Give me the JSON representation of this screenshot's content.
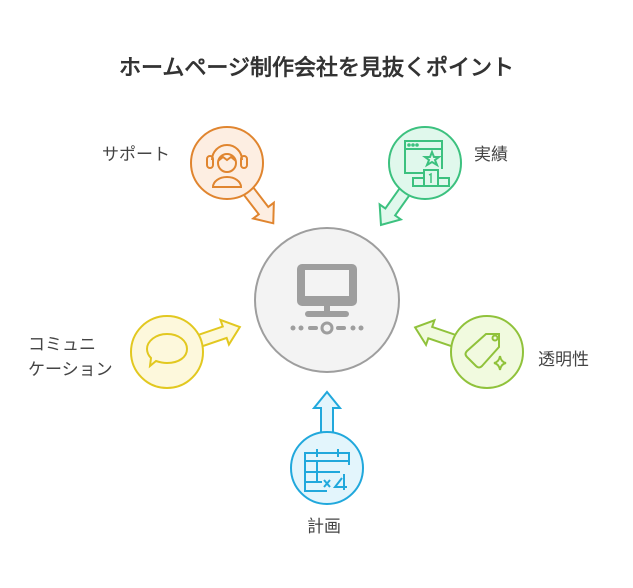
{
  "title": "ホームページ制作会社を見抜くポイント",
  "center": {
    "icon": "monitor-network-icon",
    "fill": "#f3f3f3",
    "stroke": "#9e9e9e"
  },
  "nodes": [
    {
      "label": "サポート",
      "icon": "headset-person-icon",
      "stroke": "#e0852f",
      "fill": "#fdeee2"
    },
    {
      "label": "実績",
      "icon": "award-podium-icon",
      "stroke": "#3cc17f",
      "fill": "#e0f8ec"
    },
    {
      "label_line1": "コミュニ",
      "label_line2": "ケーション",
      "icon": "speech-bubble-icon",
      "stroke": "#e2c820",
      "fill": "#fdf8dc"
    },
    {
      "label": "透明性",
      "icon": "price-tag-icon",
      "stroke": "#90c23b",
      "fill": "#f1fadf"
    },
    {
      "label": "計画",
      "icon": "calendar-x4-icon",
      "stroke": "#21a8dc",
      "fill": "#e3f5fc"
    }
  ]
}
